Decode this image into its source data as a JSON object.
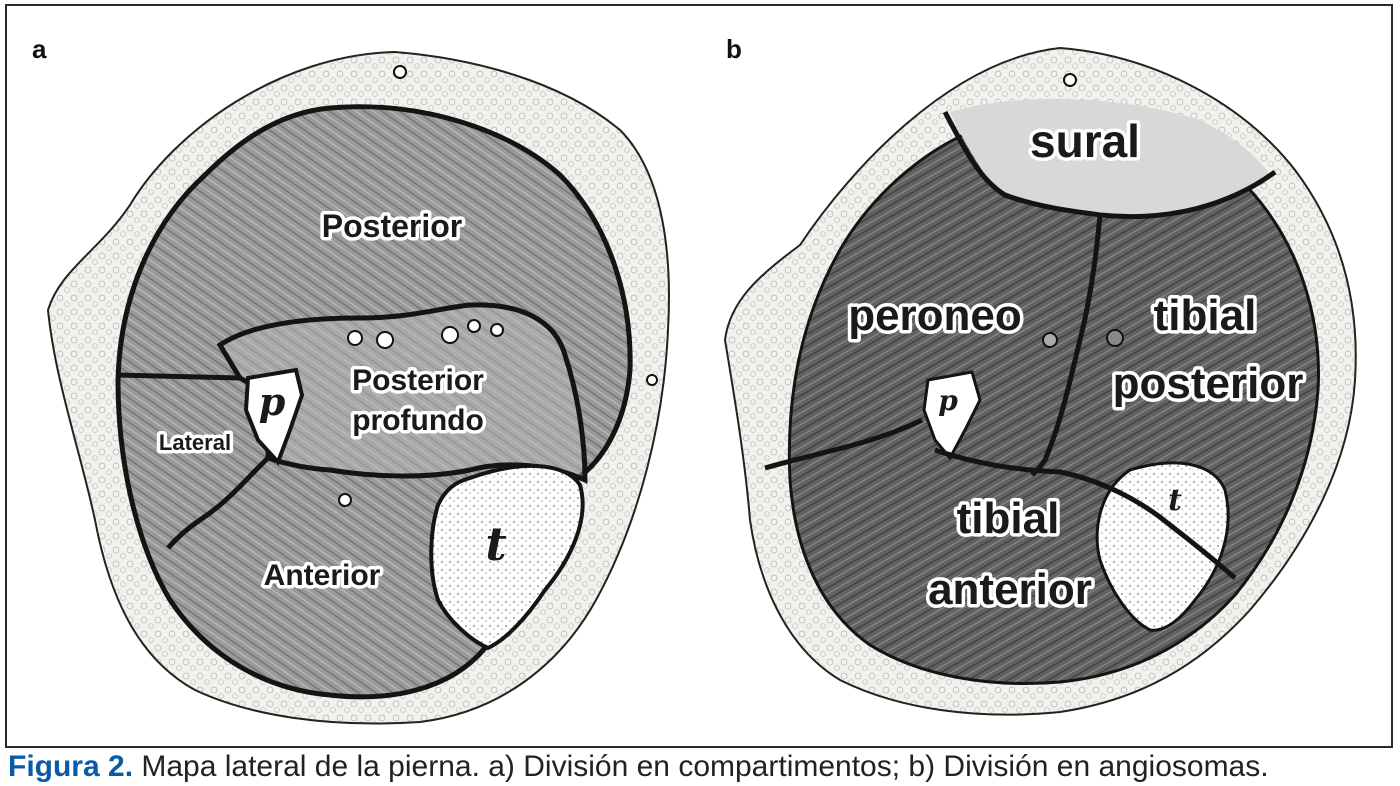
{
  "panels": {
    "a": {
      "letter": "a",
      "labels": {
        "posterior": "Posterior",
        "posterior_profundo_1": "Posterior",
        "posterior_profundo_2": "profundo",
        "lateral": "Lateral",
        "anterior": "Anterior",
        "fibula": "p",
        "tibia": "t"
      }
    },
    "b": {
      "letter": "b",
      "labels": {
        "sural": "sural",
        "peroneo": "peroneo",
        "tibial_posterior_1": "tibial",
        "tibial_posterior_2": "posterior",
        "tibial_anterior_1": "tibial",
        "tibial_anterior_2": "anterior",
        "fibula": "p",
        "tibia": "t"
      }
    }
  },
  "caption": {
    "number": "Figura 2.",
    "text": " Mapa lateral de la pierna. a) División en compartimentos; b) División en angiosomas."
  },
  "colors": {
    "muscle_a": "#8f8f8f",
    "muscle_b": "#5c5c5c",
    "fat": "#f1f1ee",
    "outline": "#141414",
    "caption_number": "#0a5aa8"
  }
}
